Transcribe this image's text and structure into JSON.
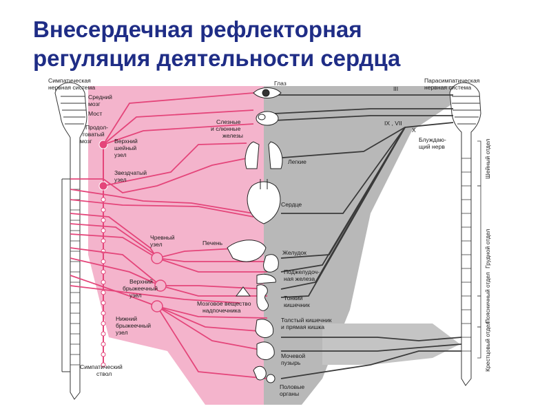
{
  "title": {
    "line1": "Внесердечная рефлекторная",
    "line2": "регуляция деятельности сердца"
  },
  "colors": {
    "title": "#1f2d86",
    "sympathetic": "#e4457a",
    "sympathetic_area": "#f4b4cc",
    "parasympathetic": "#4d4d4d",
    "parasympathetic_area": "#b8b8b8"
  },
  "labels": {
    "symp_system_1": "Симпатическая",
    "symp_system_2": "нервная система",
    "parasymp_system_1": "Парасимпатическая",
    "parasymp_system_2": "нервная система",
    "midbrain_1": "Средний",
    "midbrain_2": "мозг",
    "pons": "Мост",
    "medulla_1": "Продол-",
    "medulla_2": "говатый",
    "medulla_3": "мозг",
    "sup_cervical_1": "Верхний",
    "sup_cervical_2": "шейный",
    "sup_cervical_3": "узел",
    "stellate_1": "Звездчатый",
    "stellate_2": "узел",
    "celiac_1": "Чревный",
    "celiac_2": "узел",
    "sup_mesenteric_1": "Верхний",
    "sup_mesenteric_2": "брыжеечный",
    "sup_mesenteric_3": "узел",
    "inf_mesenteric_1": "Нижний",
    "inf_mesenteric_2": "брыжеечный",
    "inf_mesenteric_3": "узел",
    "symp_trunk_1": "Симпатический",
    "symp_trunk_2": "ствол",
    "eye": "Глаз",
    "lacrimal_1": "Слезные",
    "lacrimal_2": "и слюнные",
    "lacrimal_3": "железы",
    "lungs": "Легкие",
    "heart": "Сердце",
    "liver": "Печень",
    "stomach": "Желудок",
    "pancreas_1": "Поджелудоч-",
    "pancreas_2": "ная железа",
    "adrenal_1": "Мозговое вещество",
    "adrenal_2": "надпочечника",
    "small_int_1": "Тонкий",
    "small_int_2": "кишечник",
    "large_int_1": "Толстый кишечник",
    "large_int_2": "и прямая кишка",
    "bladder_1": "Мочевой",
    "bladder_2": "пузырь",
    "genital_1": "Половые",
    "genital_2": "органы",
    "nerve_III": "III",
    "nerve_IX_VII": "IX , VII",
    "nerve_X": "X",
    "vagus_1": "Блуждаю-",
    "vagus_2": "щий нерв",
    "cervical": "Шейный отдел",
    "thoracic": "Грудной отдел",
    "lumbar": "Поясничный отдел",
    "sacral": "Крестцовый отдел"
  }
}
